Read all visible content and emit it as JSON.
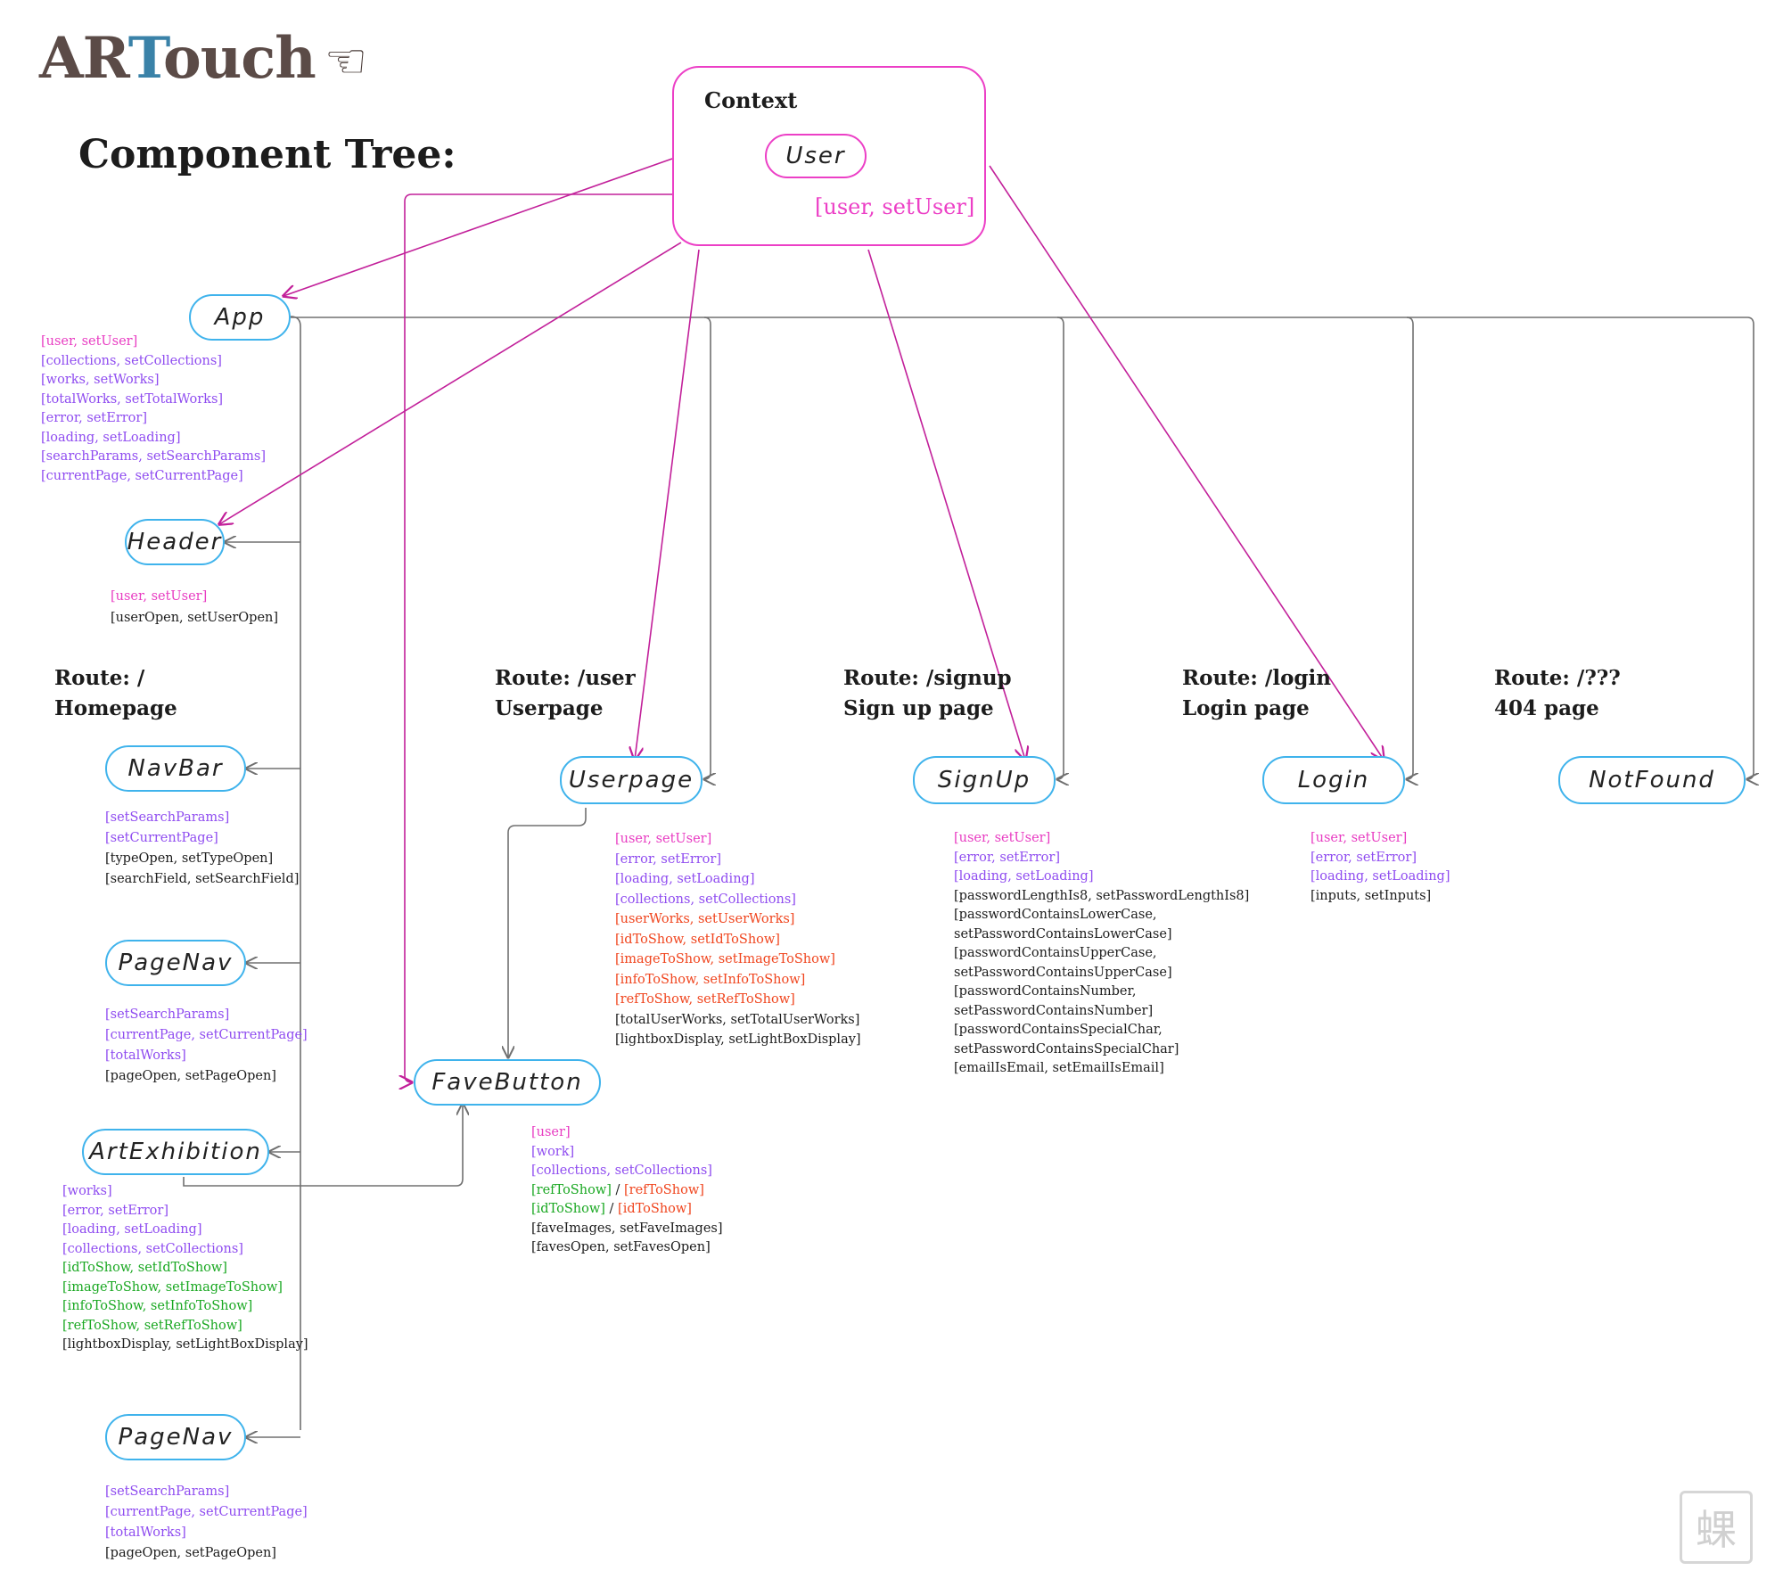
{
  "brand": {
    "prefix": "AR",
    "accent": "T",
    "suffix": "ouch",
    "hand_glyph": "☜"
  },
  "title": "Component Tree:",
  "context": {
    "title": "Context",
    "node": "User",
    "state": "[user, setUser]"
  },
  "nodes": {
    "app": "App",
    "header": "Header",
    "navbar": "NavBar",
    "pagenav_top": "PageNav",
    "artexhibition": "ArtExhibition",
    "pagenav_bottom": "PageNav",
    "userpage": "Userpage",
    "favebutton": "FaveButton",
    "signup": "SignUp",
    "login": "Login",
    "notfound": "NotFound"
  },
  "routes": {
    "home": {
      "path": "Route: /",
      "name": "Homepage"
    },
    "user": {
      "path": "Route: /user",
      "name": "Userpage"
    },
    "signup": {
      "path": "Route: /signup",
      "name": "Sign up page"
    },
    "login": {
      "path": "Route: /login",
      "name": "Login page"
    },
    "notfound": {
      "path": "Route: /???",
      "name": "404 page"
    }
  },
  "props": {
    "app": [
      {
        "text": "[user, setUser]",
        "kind": "context"
      },
      {
        "text": "[collections, setCollections]",
        "kind": "passed"
      },
      {
        "text": "[works, setWorks]",
        "kind": "passed"
      },
      {
        "text": "[totalWorks, setTotalWorks]",
        "kind": "passed"
      },
      {
        "text": "[error, setError]",
        "kind": "passed"
      },
      {
        "text": "[loading, setLoading]",
        "kind": "passed"
      },
      {
        "text": "[searchParams, setSearchParams]",
        "kind": "passed"
      },
      {
        "text": "[currentPage, setCurrentPage]",
        "kind": "passed"
      }
    ],
    "header": [
      {
        "text": "[user, setUser]",
        "kind": "context"
      },
      {
        "text": "[userOpen, setUserOpen]",
        "kind": "local"
      }
    ],
    "navbar": [
      {
        "text": "[setSearchParams]",
        "kind": "passed"
      },
      {
        "text": "[setCurrentPage]",
        "kind": "passed"
      },
      {
        "text": "[typeOpen, setTypeOpen]",
        "kind": "local"
      },
      {
        "text": "[searchField, setSearchField]",
        "kind": "local"
      }
    ],
    "pagenav_top": [
      {
        "text": "[setSearchParams]",
        "kind": "passed"
      },
      {
        "text": "[currentPage, setCurrentPage]",
        "kind": "passed"
      },
      {
        "text": "[totalWorks]",
        "kind": "passed"
      },
      {
        "text": "[pageOpen, setPageOpen]",
        "kind": "local"
      }
    ],
    "artexhibition": [
      {
        "text": "[works]",
        "kind": "passed"
      },
      {
        "text": "[error, setError]",
        "kind": "passed"
      },
      {
        "text": "[loading, setLoading]",
        "kind": "passed"
      },
      {
        "text": "[collections, setCollections]",
        "kind": "passed"
      },
      {
        "text": "[idToShow, setIdToShow]",
        "kind": "green"
      },
      {
        "text": "[imageToShow, setImageToShow]",
        "kind": "green"
      },
      {
        "text": "[infoToShow, setInfoToShow]",
        "kind": "green"
      },
      {
        "text": "[refToShow, setRefToShow]",
        "kind": "green"
      },
      {
        "text": "[lightboxDisplay, setLightBoxDisplay]",
        "kind": "local"
      }
    ],
    "pagenav_bottom": [
      {
        "text": "[setSearchParams]",
        "kind": "passed"
      },
      {
        "text": "[currentPage, setCurrentPage]",
        "kind": "passed"
      },
      {
        "text": "[totalWorks]",
        "kind": "passed"
      },
      {
        "text": "[pageOpen, setPageOpen]",
        "kind": "local"
      }
    ],
    "userpage": [
      {
        "text": "[user, setUser]",
        "kind": "context"
      },
      {
        "text": "[error, setError]",
        "kind": "passed"
      },
      {
        "text": "[loading, setLoading]",
        "kind": "passed"
      },
      {
        "text": "[collections, setCollections]",
        "kind": "passed"
      },
      {
        "text": "[userWorks, setUserWorks]",
        "kind": "red"
      },
      {
        "text": "[idToShow, setIdToShow]",
        "kind": "red"
      },
      {
        "text": "[imageToShow, setImageToShow]",
        "kind": "red"
      },
      {
        "text": "[infoToShow, setInfoToShow]",
        "kind": "red"
      },
      {
        "text": "[refToShow, setRefToShow]",
        "kind": "red"
      },
      {
        "text": "[totalUserWorks, setTotalUserWorks]",
        "kind": "local"
      },
      {
        "text": "[lightboxDisplay, setLightBoxDisplay]",
        "kind": "local"
      }
    ],
    "favebutton": [
      {
        "text": "[user]",
        "kind": "context"
      },
      {
        "text": "[work]",
        "kind": "passed"
      },
      {
        "text": "[collections, setCollections]",
        "kind": "passed"
      },
      {
        "parts": [
          {
            "text": "[refToShow]",
            "kind": "green"
          },
          {
            "text": " / ",
            "kind": "local"
          },
          {
            "text": "[refToShow]",
            "kind": "red"
          }
        ]
      },
      {
        "parts": [
          {
            "text": "[idToShow]",
            "kind": "green"
          },
          {
            "text": " / ",
            "kind": "local"
          },
          {
            "text": "[idToShow]",
            "kind": "red"
          }
        ]
      },
      {
        "text": "[faveImages, setFaveImages]",
        "kind": "local"
      },
      {
        "text": "[favesOpen, setFavesOpen]",
        "kind": "local"
      }
    ],
    "signup": [
      {
        "text": "[user, setUser]",
        "kind": "context"
      },
      {
        "text": "[error, setError]",
        "kind": "passed"
      },
      {
        "text": "[loading, setLoading]",
        "kind": "passed"
      },
      {
        "text": "[passwordLengthIs8, setPasswordLengthIs8]",
        "kind": "local"
      },
      {
        "text": "[passwordContainsLowerCase,",
        "kind": "local"
      },
      {
        "text": "setPasswordContainsLowerCase]",
        "kind": "local"
      },
      {
        "text": "[passwordContainsUpperCase,",
        "kind": "local"
      },
      {
        "text": "setPasswordContainsUpperCase]",
        "kind": "local"
      },
      {
        "text": "[passwordContainsNumber,",
        "kind": "local"
      },
      {
        "text": "setPasswordContainsNumber]",
        "kind": "local"
      },
      {
        "text": "[passwordContainsSpecialChar,",
        "kind": "local"
      },
      {
        "text": "setPasswordContainsSpecialChar]",
        "kind": "local"
      },
      {
        "text": "[emailIsEmail, setEmailIsEmail]",
        "kind": "local"
      }
    ],
    "login": [
      {
        "text": "[user, setUser]",
        "kind": "context"
      },
      {
        "text": "[error, setError]",
        "kind": "passed"
      },
      {
        "text": "[loading, setLoading]",
        "kind": "passed"
      },
      {
        "text": "[inputs, setInputs]",
        "kind": "local"
      }
    ]
  },
  "colors": {
    "context": "#e83cc2",
    "passed": "#8f4cf0",
    "green": "#1aa822",
    "red": "#f0451e",
    "local": "#1c1c1c",
    "node_border": "#3fb3ec",
    "context_arrow": "#c2209a",
    "tree_line": "#707070"
  },
  "seal_glyph": "蜾"
}
